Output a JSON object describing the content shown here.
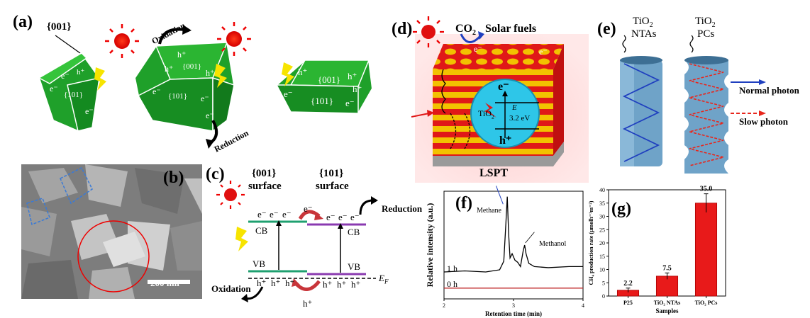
{
  "panel_a": {
    "label": "(a)",
    "facet_001": "{001}",
    "oxidation": "Oxidation",
    "reduction": "Reduction",
    "face_001": "{001}",
    "face_101": "{101}",
    "electron": "e⁻",
    "hole": "h⁺"
  },
  "panel_b": {
    "label": "(b)",
    "scale_bar": "200 nm"
  },
  "panel_c": {
    "label": "(c)",
    "left_surface_1": "{001}",
    "left_surface_2": "surface",
    "right_surface_1": "{101}",
    "right_surface_2": "surface",
    "cb": "CB",
    "vb": "VB",
    "ef": "E",
    "ef_sub": "F",
    "reduction": "Reduction",
    "oxidation": "Oxidation",
    "electron": "e⁻",
    "hole": "h⁺"
  },
  "panel_d": {
    "label": "(d)",
    "co2": "CO",
    "co2_sub": "2",
    "solar_fuels": "Solar fuels",
    "bandgap_1": "E",
    "bandgap_2": "3.2 eV",
    "tio2": "TiO",
    "tio2_sub": "2",
    "electron": "e⁻",
    "hole": "h⁺",
    "name": "LSPT"
  },
  "panel_e": {
    "label": "(e)",
    "left_title_1": "TiO",
    "left_title_sub": "2",
    "left_title_2": "NTAs",
    "right_title_1": "TiO",
    "right_title_sub": "2",
    "right_title_2": "PCs",
    "legend_normal": "Normal photon",
    "legend_slow": "Slow photon",
    "color_normal": "#1f3fbf",
    "color_slow": "#e8261c"
  },
  "panel_f": {
    "label": "(f)",
    "annotation_methane": "Methane",
    "annotation_methanol": "Methanol",
    "trace_1h": "1 h",
    "trace_0h": "0 h"
  },
  "panel_g": {
    "label": "(g)"
  },
  "chart_data": [
    {
      "type": "line",
      "ylabel": "Relative intensity (a.u.)",
      "xlabel": "Retention time (min)",
      "xlim": [
        2,
        4
      ],
      "x_ticks": [
        "2",
        "3",
        "4"
      ],
      "series": [
        {
          "name": "1 h",
          "color": "#000000",
          "x": [
            2.0,
            2.3,
            2.6,
            2.8,
            2.86,
            2.89,
            2.91,
            2.93,
            2.95,
            2.98,
            3.02,
            3.06,
            3.1,
            3.14,
            3.16,
            3.18,
            3.22,
            3.3,
            3.5,
            3.8,
            4.0
          ],
          "y": [
            0.25,
            0.26,
            0.25,
            0.27,
            0.35,
            0.7,
            0.95,
            0.6,
            0.38,
            0.42,
            0.36,
            0.34,
            0.3,
            0.45,
            0.5,
            0.42,
            0.33,
            0.3,
            0.29,
            0.3,
            0.3
          ]
        },
        {
          "name": "0 h",
          "color": "#c0282a",
          "x": [
            2.0,
            2.5,
            3.0,
            3.5,
            4.0
          ],
          "y": [
            0.1,
            0.1,
            0.1,
            0.1,
            0.1
          ]
        }
      ]
    },
    {
      "type": "bar",
      "categories": [
        "P25",
        "TiO₂ NTAs",
        "TiO₂ PCs"
      ],
      "values": [
        2.2,
        7.5,
        35.0
      ],
      "value_labels": [
        "2.2",
        "7.5",
        "35.0"
      ],
      "errors": [
        0.8,
        1.2,
        3.5
      ],
      "ylabel": "CH₄ production rate (μmolh⁻¹m⁻²)",
      "xlabel": "Samples",
      "ylim": [
        0,
        40
      ],
      "y_ticks": [
        "0",
        "5",
        "10",
        "15",
        "20",
        "25",
        "30",
        "35",
        "40"
      ],
      "color": "#e81a1a"
    }
  ]
}
